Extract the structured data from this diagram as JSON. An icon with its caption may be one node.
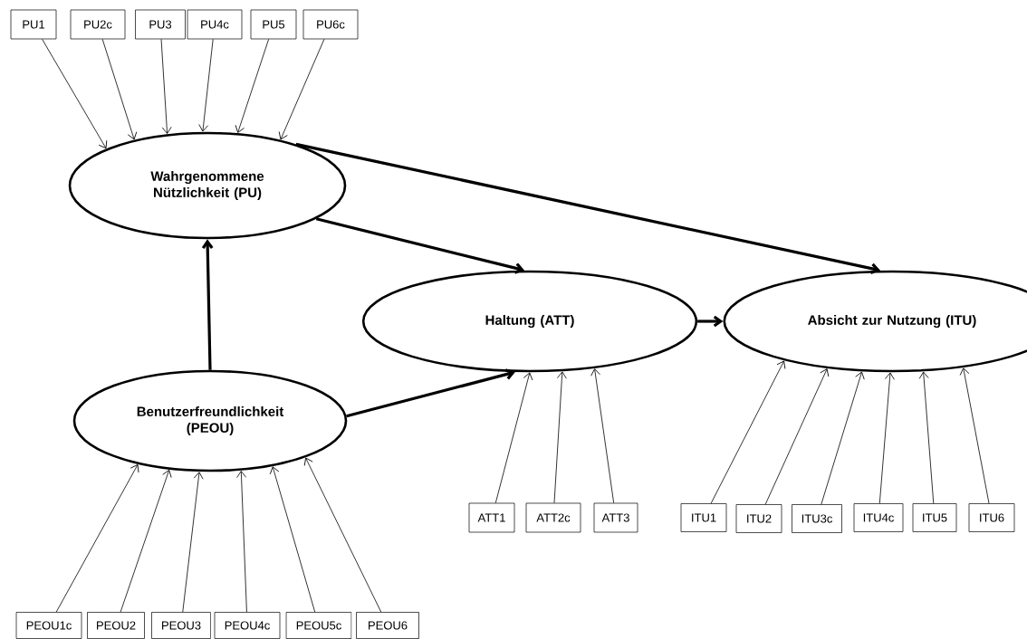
{
  "diagram": {
    "nodes": [
      {
        "text": [
          "PU1"
        ]
      },
      {
        "text": [
          "PU2c"
        ]
      },
      {
        "text": [
          "PU3"
        ]
      },
      {
        "text": [
          "PU4c"
        ]
      },
      {
        "text": [
          "PU5"
        ]
      },
      {
        "text": [
          "PU6c"
        ]
      },
      {
        "text": [
          "Wahrgenommene Nützlichkeit (PU)"
        ]
      },
      {
        "text": [
          "Haltung (ATT)"
        ]
      },
      {
        "text": [
          "Absicht zur Nutzung (ITU)"
        ]
      },
      {
        "text": [
          "Benutzerfreundlichkeit (PEOU)"
        ]
      },
      {
        "text": [
          "ATT1"
        ]
      },
      {
        "text": [
          "ATT2c"
        ]
      },
      {
        "text": [
          "ATT3"
        ]
      },
      {
        "text": [
          "ITU1"
        ]
      },
      {
        "text": [
          "ITU2"
        ]
      },
      {
        "text": [
          "ITU3c"
        ]
      },
      {
        "text": [
          "ITU4c"
        ]
      },
      {
        "text": [
          "ITU5"
        ]
      },
      {
        "text": [
          "ITU6"
        ]
      },
      {
        "text": [
          "PEOU1c"
        ]
      },
      {
        "text": [
          "PEOU2"
        ]
      },
      {
        "text": [
          "PEOU3"
        ]
      },
      {
        "text": [
          "PEOU4c"
        ]
      },
      {
        "text": [
          "PEOU5c"
        ]
      },
      {
        "text": [
          "PEOU6"
        ]
      }
    ],
    "edges": [
      {
        "from": 0,
        "to": 6,
        "arrow": "to"
      },
      {
        "from": 1,
        "to": 6,
        "arrow": "to"
      },
      {
        "from": 2,
        "to": 6,
        "arrow": "to"
      },
      {
        "from": 3,
        "to": 6,
        "arrow": "to"
      },
      {
        "from": 4,
        "to": 6,
        "arrow": "to"
      },
      {
        "from": 5,
        "to": 6,
        "arrow": "to"
      },
      {
        "from": 9,
        "to": 6,
        "arrow": "to",
        "style": "thick"
      },
      {
        "from": 6,
        "to": 7,
        "arrow": "to",
        "style": "thick"
      },
      {
        "from": 6,
        "to": 8,
        "arrow": "to",
        "style": "thick"
      },
      {
        "from": 7,
        "to": 8,
        "arrow": "to",
        "style": "thick"
      },
      {
        "from": 9,
        "to": 7,
        "arrow": "to",
        "style": "thick"
      },
      {
        "from": 10,
        "to": 7,
        "arrow": "to"
      },
      {
        "from": 11,
        "to": 7,
        "arrow": "to"
      },
      {
        "from": 12,
        "to": 7,
        "arrow": "to"
      },
      {
        "from": 13,
        "to": 8,
        "arrow": "to"
      },
      {
        "from": 14,
        "to": 8,
        "arrow": "to"
      },
      {
        "from": 15,
        "to": 8,
        "arrow": "to"
      },
      {
        "from": 16,
        "to": 8,
        "arrow": "to"
      },
      {
        "from": 17,
        "to": 8,
        "arrow": "to"
      },
      {
        "from": 18,
        "to": 8,
        "arrow": "to"
      },
      {
        "from": 19,
        "to": 9,
        "arrow": "to"
      },
      {
        "from": 20,
        "to": 9,
        "arrow": "to"
      },
      {
        "from": 21,
        "to": 9,
        "arrow": "to"
      },
      {
        "from": 22,
        "to": 9,
        "arrow": "to"
      },
      {
        "from": 23,
        "to": 9,
        "arrow": "to"
      },
      {
        "from": 24,
        "to": 9,
        "arrow": "to"
      }
    ]
  }
}
